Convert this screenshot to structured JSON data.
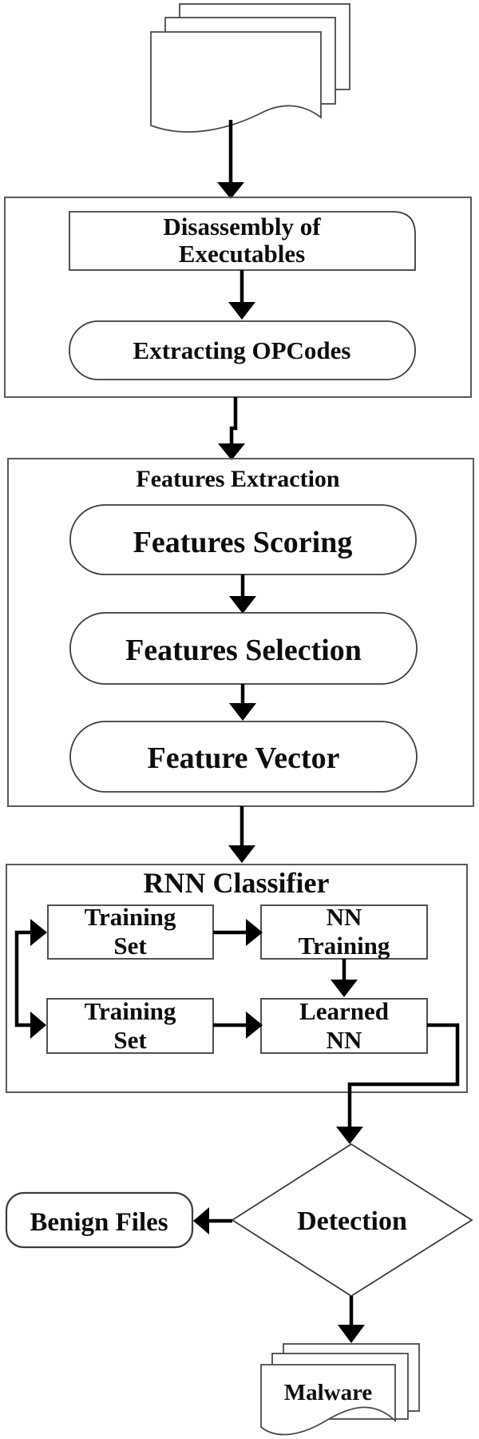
{
  "colors": {
    "background": "#ffffff",
    "arrow": "#000000",
    "shape_border": "#3d3d3d",
    "container_border": "#5a5a5a",
    "text": "#0d0d0d"
  },
  "flowchart": {
    "source_documents": {
      "icon": "multi-document-stack"
    },
    "preprocessing": {
      "disassembly": {
        "line1": "Disassembly of",
        "line2": "Executables"
      },
      "extracting_opcodes": "Extracting OPCodes"
    },
    "features_extraction": {
      "title": "Features Extraction",
      "features_scoring": "Features Scoring",
      "features_selection": "Features Selection",
      "feature_vector": "Feature Vector"
    },
    "rnn_classifier": {
      "title": "RNN Classifier",
      "training_set_top": {
        "line1": "Training",
        "line2": "Set"
      },
      "nn_training": {
        "line1": "NN",
        "line2": "Training"
      },
      "training_set_bottom": {
        "line1": "Training",
        "line2": "Set"
      },
      "learned_nn": {
        "line1": "Learned",
        "line2": "NN"
      }
    },
    "detection": "Detection",
    "benign_files": "Benign Files",
    "malware": "Malware"
  }
}
